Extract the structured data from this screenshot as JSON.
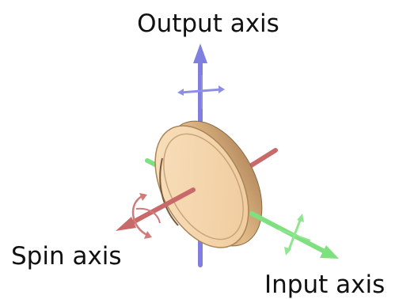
{
  "labels": {
    "output": "Output axis",
    "spin": "Spin axis",
    "input": "Input axis"
  },
  "colors": {
    "output_axis": "#7f7fe0",
    "spin_axis": "#c96a6a",
    "input_axis": "#7fe07f",
    "rotor_face": "#f3d3a7",
    "rotor_rim": "#d7ad78"
  }
}
